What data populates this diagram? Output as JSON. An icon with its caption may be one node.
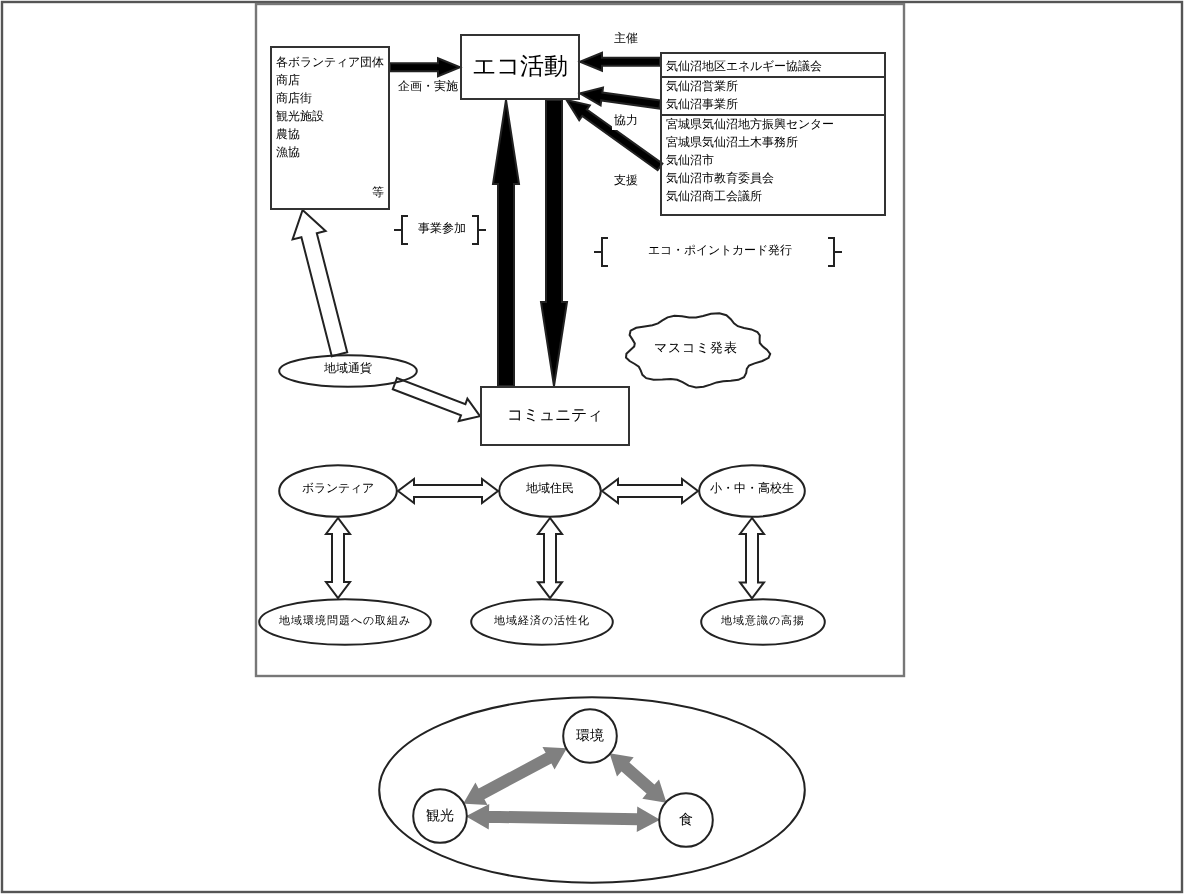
{
  "diagram": {
    "nodes": [
      {
        "text": [
          "各ボランティア団体",
          "商店",
          "商店街",
          "観光施設",
          "農協",
          "漁協",
          "等"
        ]
      },
      {
        "text": [
          "エコ活動"
        ]
      },
      {
        "text": [
          "気仙沼地区エネルギー協議会",
          "気仙沼営業所",
          "気仙沼事業所",
          "宮城県気仙沼地方振興センター",
          "宮城県気仙沼土木事務所",
          "気仙沼市",
          "気仙沼市教育委員会",
          "気仙沼商工会議所"
        ]
      },
      {
        "text": [
          "コミュニティ"
        ]
      },
      {
        "text": [
          "地域通貨"
        ]
      },
      {
        "text": [
          "マスコミ発表"
        ]
      },
      {
        "text": [
          "ボランティア"
        ]
      },
      {
        "text": [
          "地域住民"
        ]
      },
      {
        "text": [
          "小・中・高校生"
        ]
      },
      {
        "text": [
          "地域環境問題への取組み"
        ]
      },
      {
        "text": [
          "地域経済の活性化"
        ]
      },
      {
        "text": [
          "地域意識の高揚"
        ]
      },
      {
        "text": [],
        "shape": "ellipse"
      },
      {
        "text": [
          "環境"
        ],
        "in": 12
      },
      {
        "text": [
          "観光"
        ],
        "in": 12
      },
      {
        "text": [
          "食"
        ],
        "in": 12
      }
    ],
    "edges": [
      {
        "from": 0,
        "to": 1,
        "arrow": "to",
        "label": "企画・実施",
        "style": "thick"
      },
      {
        "from": 2,
        "to": 1,
        "arrow": "to",
        "label": "主催",
        "style": "thick"
      },
      {
        "from": 2,
        "to": 1,
        "arrow": "to",
        "label": "協力",
        "style": "thick"
      },
      {
        "from": 2,
        "to": 1,
        "arrow": "to",
        "label": "支援",
        "style": "thick"
      },
      {
        "from": 3,
        "to": 1,
        "arrow": "to",
        "style": "thick"
      },
      {
        "from": 1,
        "to": 3,
        "arrow": "to",
        "style": "thick"
      },
      {
        "from": 4,
        "to": 0,
        "arrow": "to"
      },
      {
        "from": 4,
        "to": 3,
        "arrow": "to"
      },
      {
        "from": 6,
        "to": 7,
        "arrow": "both"
      },
      {
        "from": 7,
        "to": 8,
        "arrow": "both"
      },
      {
        "from": 6,
        "to": 9,
        "arrow": "both"
      },
      {
        "from": 7,
        "to": 10,
        "arrow": "both"
      },
      {
        "from": 8,
        "to": 11,
        "arrow": "both"
      },
      {
        "from": 14,
        "to": 13,
        "arrow": "both",
        "color": "#808080"
      },
      {
        "from": 13,
        "to": 15,
        "arrow": "both",
        "color": "#808080"
      },
      {
        "from": 14,
        "to": 15,
        "arrow": "both",
        "color": "#808080"
      }
    ],
    "labels": [
      "事業参加",
      "エコ・ポイントカード発行"
    ]
  }
}
